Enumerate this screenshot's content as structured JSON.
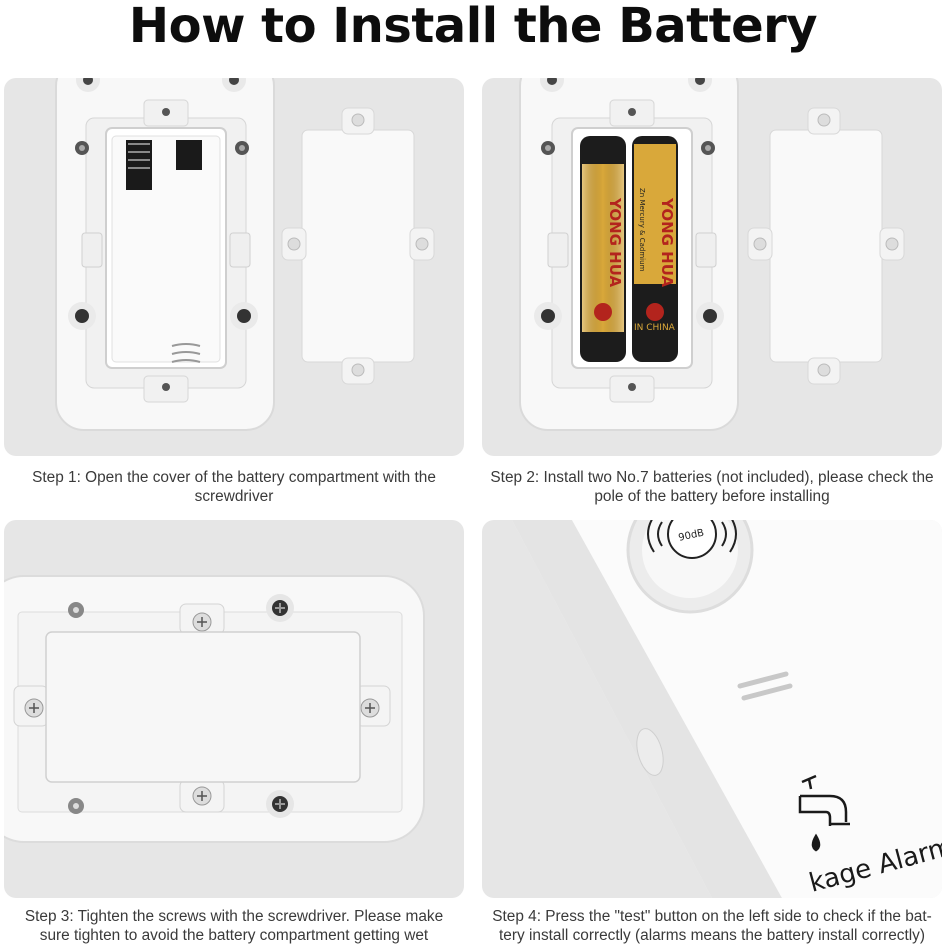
{
  "title": "How to Install the Battery",
  "steps": [
    {
      "caption_lines": [
        "Step 1: Open the cover of the battery compartment with the",
        "screwdriver"
      ]
    },
    {
      "caption_lines": [
        "Step 2: Install two No.7 batteries (not included), please check the",
        "pole of the battery before installing"
      ],
      "battery_labels": [
        "YONG HUA",
        "YONG HUA"
      ],
      "battery_small_text": "Zn Mercury & Cadmium",
      "battery_origin": "IN CHINA"
    },
    {
      "caption_lines": [
        "Step 3: Tighten the screws with the screwdriver. Please make",
        "sure tighten to avoid the battery compartment getting wet"
      ]
    },
    {
      "caption_lines": [
        "Step 4: Press the \"test\" button on the left side to check if the bat-",
        "tery install correctly (alarms means the battery install correctly)"
      ],
      "speaker_label": "90dB",
      "device_label": "kage Alarm"
    }
  ],
  "colors": {
    "panel_bg": "#e6e6e6",
    "device": "#f7f7f7",
    "battery_gold": "#d9a83a",
    "battery_black": "#1c1c1c"
  }
}
